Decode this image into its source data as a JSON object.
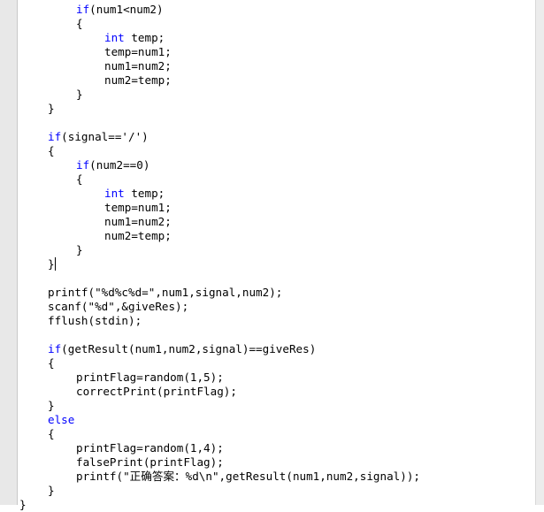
{
  "editor": {
    "lines": [
      {
        "indent": 2,
        "kw": "if",
        "text": "(num1<num2)"
      },
      {
        "indent": 2,
        "kw": "",
        "text": "{"
      },
      {
        "indent": 3,
        "kw": "int",
        "text": " temp;"
      },
      {
        "indent": 3,
        "kw": "",
        "text": "temp=num1;"
      },
      {
        "indent": 3,
        "kw": "",
        "text": "num1=num2;"
      },
      {
        "indent": 3,
        "kw": "",
        "text": "num2=temp;"
      },
      {
        "indent": 2,
        "kw": "",
        "text": "}"
      },
      {
        "indent": 1,
        "kw": "",
        "text": "}"
      },
      {
        "indent": 0,
        "kw": "",
        "text": ""
      },
      {
        "indent": 1,
        "kw": "if",
        "text": "(signal=='/')"
      },
      {
        "indent": 1,
        "kw": "",
        "text": "{"
      },
      {
        "indent": 2,
        "kw": "if",
        "text": "(num2==0)"
      },
      {
        "indent": 2,
        "kw": "",
        "text": "{"
      },
      {
        "indent": 3,
        "kw": "int",
        "text": " temp;"
      },
      {
        "indent": 3,
        "kw": "",
        "text": "temp=num1;"
      },
      {
        "indent": 3,
        "kw": "",
        "text": "num1=num2;"
      },
      {
        "indent": 3,
        "kw": "",
        "text": "num2=temp;"
      },
      {
        "indent": 2,
        "kw": "",
        "text": "}"
      },
      {
        "indent": 1,
        "kw": "",
        "text": "}",
        "caret": true
      },
      {
        "indent": 0,
        "kw": "",
        "text": ""
      },
      {
        "indent": 1,
        "kw": "",
        "text": "printf(\"%d%c%d=\",num1,signal,num2);"
      },
      {
        "indent": 1,
        "kw": "",
        "text": "scanf(\"%d\",&giveRes);"
      },
      {
        "indent": 1,
        "kw": "",
        "text": "fflush(stdin);"
      },
      {
        "indent": 0,
        "kw": "",
        "text": ""
      },
      {
        "indent": 1,
        "kw": "if",
        "text": "(getResult(num1,num2,signal)==giveRes)"
      },
      {
        "indent": 1,
        "kw": "",
        "text": "{"
      },
      {
        "indent": 2,
        "kw": "",
        "text": "printFlag=random(1,5);"
      },
      {
        "indent": 2,
        "kw": "",
        "text": "correctPrint(printFlag);"
      },
      {
        "indent": 1,
        "kw": "",
        "text": "}"
      },
      {
        "indent": 1,
        "kw": "else",
        "text": ""
      },
      {
        "indent": 1,
        "kw": "",
        "text": "{"
      },
      {
        "indent": 2,
        "kw": "",
        "text": "printFlag=random(1,4);"
      },
      {
        "indent": 2,
        "kw": "",
        "text": "falsePrint(printFlag);"
      },
      {
        "indent": 2,
        "kw": "",
        "text": "printf(\"正确答案：%d\\n\",getResult(num1,num2,signal));"
      },
      {
        "indent": 1,
        "kw": "",
        "text": "}"
      },
      {
        "indent": 0,
        "kw": "",
        "text": "}"
      }
    ],
    "colors": {
      "keyword": "#0000ff",
      "text": "#000000",
      "background": "#ffffff",
      "gutter": "#e8e8e8"
    }
  }
}
